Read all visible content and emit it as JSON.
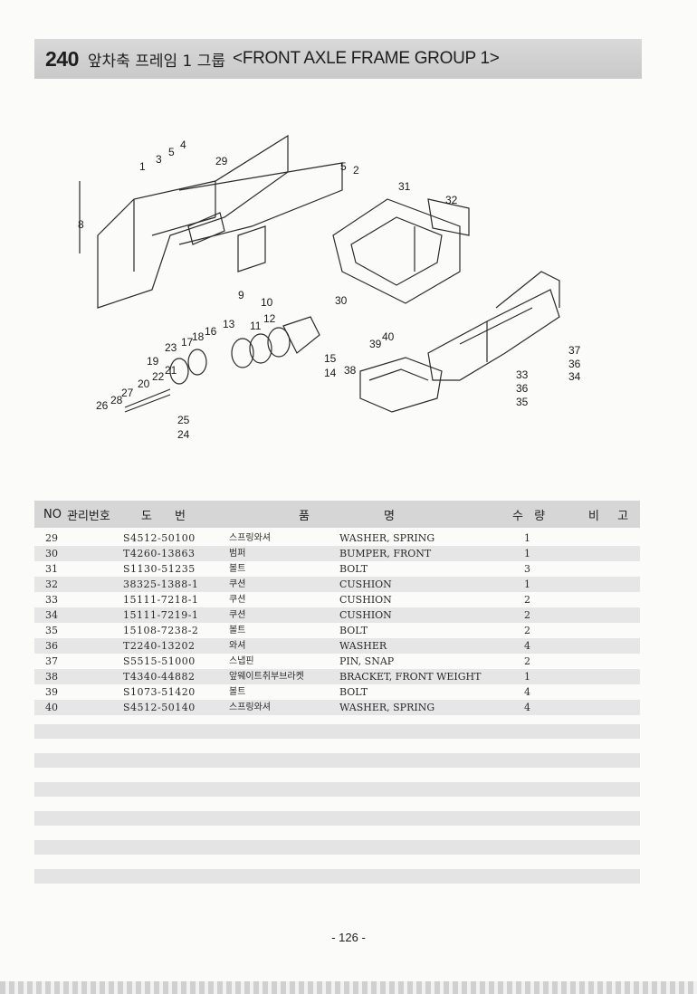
{
  "header": {
    "section_number": "240",
    "title_korean": "앞차축 프레임 1 그룹",
    "title_english": "<FRONT AXLE FRAME GROUP 1>"
  },
  "diagram": {
    "callouts": [
      "1",
      "2",
      "3",
      "4",
      "5",
      "5",
      "8",
      "9",
      "10",
      "11",
      "12",
      "13",
      "14",
      "15",
      "16",
      "17",
      "18",
      "19",
      "20",
      "21",
      "22",
      "23",
      "24",
      "25",
      "26",
      "27",
      "28",
      "29",
      "30",
      "31",
      "32",
      "33",
      "34",
      "35",
      "36",
      "36",
      "37",
      "38",
      "39",
      "40"
    ]
  },
  "table": {
    "headers": {
      "no": "NO",
      "mgmt": "관리번호",
      "do": "도",
      "bun": "번",
      "pum": "품",
      "myeong": "명",
      "qty": "수 량",
      "remark": "비 고"
    },
    "rows": [
      {
        "no": "29",
        "part": "S4512-50100",
        "ko": "스프링와셔",
        "en": "WASHER, SPRING",
        "qty": "1"
      },
      {
        "no": "30",
        "part": "T4260-13863",
        "ko": "범퍼",
        "en": "BUMPER, FRONT",
        "qty": "1"
      },
      {
        "no": "31",
        "part": "S1130-51235",
        "ko": "볼트",
        "en": "BOLT",
        "qty": "3"
      },
      {
        "no": "32",
        "part": "38325-1388-1",
        "ko": "쿠션",
        "en": "CUSHION",
        "qty": "1"
      },
      {
        "no": "33",
        "part": "15111-7218-1",
        "ko": "쿠션",
        "en": "CUSHION",
        "qty": "2"
      },
      {
        "no": "34",
        "part": "15111-7219-1",
        "ko": "쿠션",
        "en": "CUSHION",
        "qty": "2"
      },
      {
        "no": "35",
        "part": "15108-7238-2",
        "ko": "볼트",
        "en": "BOLT",
        "qty": "2"
      },
      {
        "no": "36",
        "part": "T2240-13202",
        "ko": "와셔",
        "en": "WASHER",
        "qty": "4"
      },
      {
        "no": "37",
        "part": "S5515-51000",
        "ko": "스냅핀",
        "en": "PIN, SNAP",
        "qty": "2"
      },
      {
        "no": "38",
        "part": "T4340-44882",
        "ko": "앞웨이트취부브라켓",
        "en": "BRACKET, FRONT WEIGHT",
        "qty": "1"
      },
      {
        "no": "39",
        "part": "S1073-51420",
        "ko": "볼트",
        "en": "BOLT",
        "qty": "4"
      },
      {
        "no": "40",
        "part": "S4512-50140",
        "ko": "스프링와셔",
        "en": "WASHER, SPRING",
        "qty": "4"
      }
    ]
  },
  "footer": {
    "page_number": "- 126 -"
  }
}
